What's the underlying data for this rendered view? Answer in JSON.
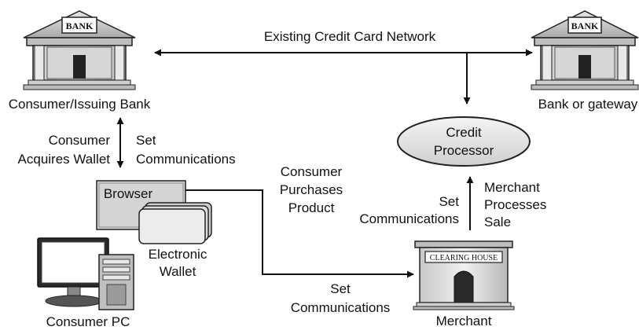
{
  "network_label": "Existing Credit Card Network",
  "consumer_bank": {
    "sign": "BANK",
    "label": "Consumer/Issuing Bank"
  },
  "gateway_bank": {
    "sign": "BANK",
    "label": "Bank or gateway"
  },
  "credit_processor": {
    "line1": "Credit",
    "line2": "Processor"
  },
  "consumer_acquires": {
    "line1": "Consumer",
    "line2": "Acquires Wallet"
  },
  "set_comm_left": {
    "line1": "Set",
    "line2": "Communications"
  },
  "browser_label": "Browser",
  "wallet_label": {
    "line1": "Electronic",
    "line2": "Wallet"
  },
  "consumer_pc_label": "Consumer PC",
  "consumer_purchases": {
    "line1": "Consumer",
    "line2": "Purchases",
    "line3": "Product"
  },
  "set_comm_bottom": {
    "line1": "Set",
    "line2": "Communications"
  },
  "set_comm_right": {
    "line1": "Set",
    "line2": "Communications"
  },
  "merchant_processes": {
    "line1": "Merchant",
    "line2": "Processes",
    "line3": "Sale"
  },
  "clearing_house_sign": "CLEARING HOUSE",
  "merchant_label": "Merchant"
}
